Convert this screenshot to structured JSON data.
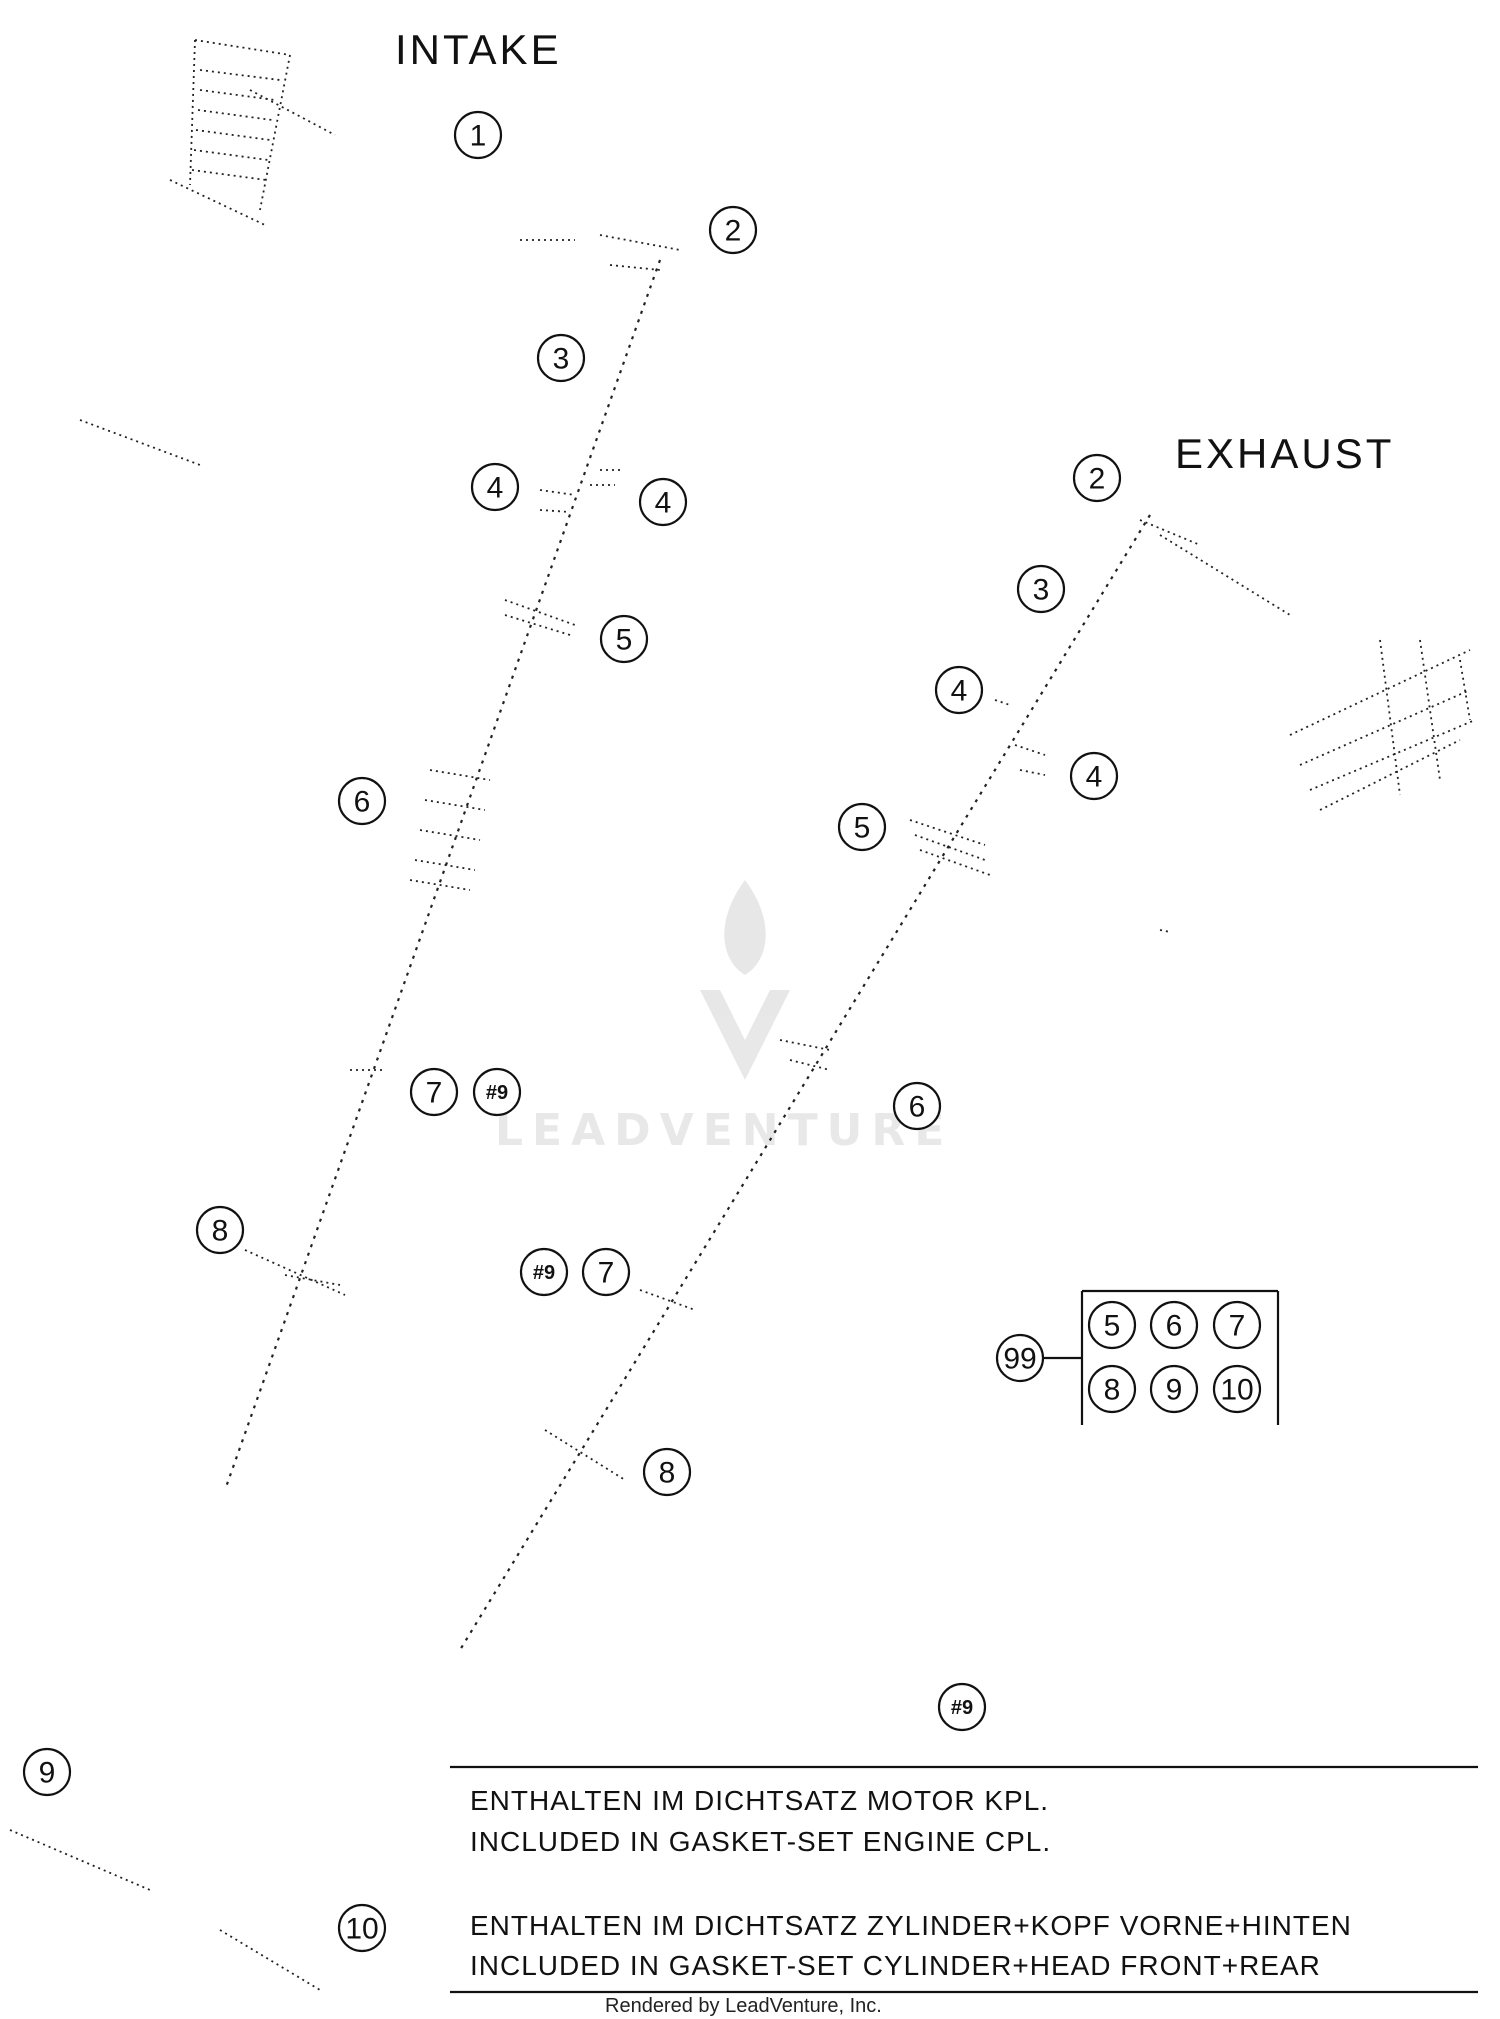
{
  "headings": {
    "intake": "INTAKE",
    "exhaust": "EXHAUST"
  },
  "callouts": {
    "c1": "1",
    "c2": "2",
    "c3": "3",
    "c4": "4",
    "c5": "5",
    "c6": "6",
    "c7": "7",
    "c8": "8",
    "c9": "9",
    "c10": "10",
    "c99": "99",
    "h9": "#9"
  },
  "legend": {
    "line1": "ENTHALTEN IM DICHTSATZ MOTOR KPL.",
    "line2": "INCLUDED IN GASKET-SET ENGINE CPL.",
    "line3": "ENTHALTEN IM DICHTSATZ ZYLINDER+KOPF VORNE+HINTEN",
    "line4": "INCLUDED IN GASKET-SET CYLINDER+HEAD FRONT+REAR"
  },
  "credit": "Rendered by LeadVenture, Inc.",
  "watermark": "LEADVENTURE"
}
